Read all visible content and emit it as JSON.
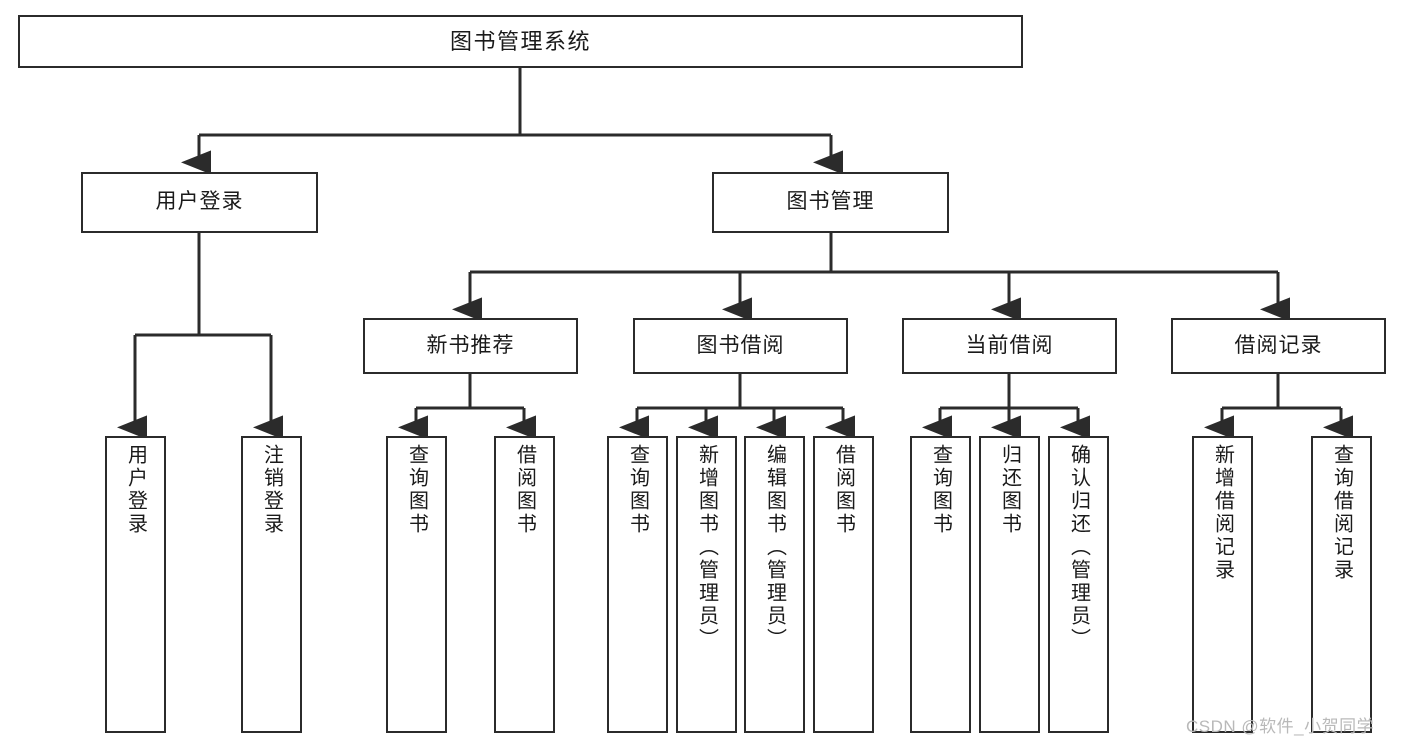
{
  "diagram": {
    "type": "tree",
    "title": "图书管理系统",
    "root": {
      "id": "root",
      "label": "图书管理系统",
      "level": 0
    },
    "level1": [
      {
        "id": "user-login",
        "label": "用户登录"
      },
      {
        "id": "book-management",
        "label": "图书管理"
      }
    ],
    "level2": [
      {
        "id": "new-book-recommend",
        "label": "新书推荐",
        "parent": "book-management"
      },
      {
        "id": "book-borrow",
        "label": "图书借阅",
        "parent": "book-management"
      },
      {
        "id": "current-borrow",
        "label": "当前借阅",
        "parent": "book-management"
      },
      {
        "id": "borrow-record",
        "label": "借阅记录",
        "parent": "book-management"
      }
    ],
    "leaves": [
      {
        "id": "leaf-user-login",
        "label": "用户登录",
        "parent": "user-login"
      },
      {
        "id": "leaf-logout",
        "label": "注销登录",
        "parent": "user-login"
      },
      {
        "id": "leaf-query-book-1",
        "label": "查询图书",
        "parent": "new-book-recommend"
      },
      {
        "id": "leaf-borrow-book-1",
        "label": "借阅图书",
        "parent": "new-book-recommend"
      },
      {
        "id": "leaf-query-book-2",
        "label": "查询图书",
        "parent": "book-borrow"
      },
      {
        "id": "leaf-add-book",
        "label": "新增图书（管理员）",
        "parent": "book-borrow"
      },
      {
        "id": "leaf-edit-book",
        "label": "编辑图书（管理员）",
        "parent": "book-borrow"
      },
      {
        "id": "leaf-borrow-book-2",
        "label": "借阅图书",
        "parent": "book-borrow"
      },
      {
        "id": "leaf-query-book-3",
        "label": "查询图书",
        "parent": "current-borrow"
      },
      {
        "id": "leaf-return-book",
        "label": "归还图书",
        "parent": "current-borrow"
      },
      {
        "id": "leaf-confirm-return",
        "label": "确认归还（管理员）",
        "parent": "current-borrow"
      },
      {
        "id": "leaf-add-record",
        "label": "新增借阅记录",
        "parent": "borrow-record"
      },
      {
        "id": "leaf-query-record",
        "label": "查询借阅记录",
        "parent": "borrow-record"
      }
    ],
    "colors": {
      "stroke": "#2b2b2b",
      "fill": "#ffffff",
      "text": "#1a1a1a",
      "watermark": "#b9b9b9"
    }
  },
  "watermark": {
    "text": "CSDN @软件_小贺同学"
  }
}
